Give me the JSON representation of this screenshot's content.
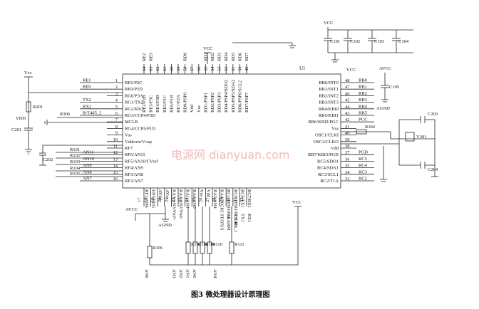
{
  "caption": "图3 微处理器设计原理图",
  "watermark": "电源网 dianyuan.com",
  "chip": {
    "ref": "U1"
  },
  "left_pins": [
    {
      "name": "RE1/P2C",
      "num": "1"
    },
    {
      "name": "RE0/P2D",
      "num": "2"
    },
    {
      "name": "RG0/P3A",
      "num": "3"
    },
    {
      "name": "RG1/TX2",
      "num": "4"
    },
    {
      "name": "RG2/RX2",
      "num": "5"
    },
    {
      "name": "RG3/CCP4/P3D",
      "num": "6"
    },
    {
      "name": "MCLR",
      "num": "7"
    },
    {
      "name": "RG4/CCP5/P1D",
      "num": "8"
    },
    {
      "name": "Vss",
      "num": "9"
    },
    {
      "name": "Vddcore/Vcap",
      "num": "10"
    },
    {
      "name": "RF7",
      "num": "11"
    },
    {
      "name": "RF6/AN11",
      "num": "12"
    },
    {
      "name": "RF5/AN10/CVref",
      "num": "13"
    },
    {
      "name": "RF4/AN9",
      "num": "14"
    },
    {
      "name": "RF3/AN8",
      "num": "15"
    },
    {
      "name": "RF2/AN7",
      "num": "16"
    }
  ],
  "left_nets": [
    "RE1",
    "RE0",
    "",
    "TX2",
    "RX2",
    "R/T485_2",
    "",
    "",
    "",
    "",
    "",
    "AN11",
    "AN10",
    "AN9",
    "AN8",
    "AN7"
  ],
  "right_pins": [
    {
      "name": "RB0/INT0",
      "num": "48",
      "net": "RB0"
    },
    {
      "name": "RB1/INT1",
      "num": "47",
      "net": "RB1"
    },
    {
      "name": "RB2/INT2",
      "num": "46",
      "net": "RB2"
    },
    {
      "name": "RB3/INT3",
      "num": "45",
      "net": "RB3"
    },
    {
      "name": "RB4/KBI0",
      "num": "44",
      "net": "RB4"
    },
    {
      "name": "RB5/KBI1",
      "num": "43",
      "net": "RB5"
    },
    {
      "name": "RB6/KBI2/PGC",
      "num": "42",
      "net": "PGC"
    },
    {
      "name": "Vss",
      "num": "41",
      "net": ""
    },
    {
      "name": "OSC1/CLKI",
      "num": "40",
      "net": ""
    },
    {
      "name": "OSC2/CLKO",
      "num": "39",
      "net": ""
    },
    {
      "name": "Vdd",
      "num": "38",
      "net": ""
    },
    {
      "name": "RB7/KBI3/PGD",
      "num": "37",
      "net": "PGD"
    },
    {
      "name": "RC5/SDO1",
      "num": "36",
      "net": "RC5"
    },
    {
      "name": "RC4/SDA1",
      "num": "35",
      "net": "RC4"
    },
    {
      "name": "RC3/SCL1",
      "num": "34",
      "net": "RC3"
    },
    {
      "name": "RC2/T1A",
      "num": "33",
      "net": "RC2"
    }
  ],
  "top_pins": [
    {
      "name": "RE2/P2B",
      "num": "64"
    },
    {
      "name": "RE3/P3C",
      "num": "63"
    },
    {
      "name": "RE4/P3B",
      "num": "62"
    },
    {
      "name": "RE5/P1C",
      "num": "61"
    },
    {
      "name": "RE6/P1B",
      "num": "60"
    },
    {
      "name": "RE7/P2A",
      "num": "59"
    },
    {
      "name": "RD0/PSP0",
      "num": "58"
    },
    {
      "name": "Vdd",
      "num": "57"
    },
    {
      "name": "Vss",
      "num": "56"
    },
    {
      "name": "RD1/PSP1",
      "num": "55"
    },
    {
      "name": "RD2/PSP2",
      "num": "54"
    },
    {
      "name": "RD3/PSP3",
      "num": "53"
    },
    {
      "name": "RD4/PSP4/SDO2",
      "num": "52"
    },
    {
      "name": "RD5/PSP5/SDA2",
      "num": "51"
    },
    {
      "name": "RD6/PSP6/SCL2",
      "num": "50"
    },
    {
      "name": "RD7/PSP7",
      "num": "49"
    }
  ],
  "top_nets": [
    "RE2",
    "RE3",
    "",
    "",
    "",
    "",
    "RD0",
    "",
    "",
    "RD1",
    "RD2",
    "RD3",
    "RD4",
    "RD5",
    "RD6",
    "RD7"
  ],
  "bottom_pins": [
    {
      "name": "RF1/AN6",
      "num": "17"
    },
    {
      "name": "ENVREG",
      "num": "18"
    },
    {
      "name": "AVdd",
      "num": "19"
    },
    {
      "name": "AVss",
      "num": "20"
    },
    {
      "name": "RA3/AN3/Vref+",
      "num": "21"
    },
    {
      "name": "RA2/AN2/Vref-",
      "num": "22"
    },
    {
      "name": "RA1/AN1",
      "num": "23"
    },
    {
      "name": "RA0/AN0",
      "num": "24"
    },
    {
      "name": "Vss",
      "num": "25"
    },
    {
      "name": "Vdd",
      "num": "26"
    },
    {
      "name": "RA5/AN4",
      "num": "27"
    },
    {
      "name": "RA4/T0CKI",
      "num": "28"
    },
    {
      "name": "RC1/T0SO/P2A",
      "num": "29"
    },
    {
      "name": "RC0/T0SO/T13CKI",
      "num": "30"
    },
    {
      "name": "RC6/TX1",
      "num": "31"
    },
    {
      "name": "RC7/RX1",
      "num": "32"
    }
  ],
  "bottom_nets": [
    "AN6",
    "",
    "",
    "",
    "AN3",
    "AN2",
    "AN1",
    "AN0",
    "",
    "",
    "AN4",
    "STATUS",
    "ALARM",
    "R/T485_1",
    "TX1",
    "RX1"
  ],
  "components": [
    {
      "label": "Vcc",
      "id": "vcc-left"
    },
    {
      "label": "R201",
      "id": "r201"
    },
    {
      "label": "VDD",
      "id": "vdd-left"
    },
    {
      "label": "R306",
      "id": "r306"
    },
    {
      "label": "C201",
      "id": "c201"
    },
    {
      "label": "C202",
      "id": "c202"
    },
    {
      "label": "R101",
      "id": "r101"
    },
    {
      "label": "R102",
      "id": "r102"
    },
    {
      "label": "R103",
      "id": "r103"
    },
    {
      "label": "R104",
      "id": "r104"
    },
    {
      "label": "R105",
      "id": "r105"
    },
    {
      "label": "VCC",
      "id": "vcc-top"
    },
    {
      "label": "VCC",
      "id": "vcc-caps"
    },
    {
      "label": "C101",
      "id": "c101"
    },
    {
      "label": "C102",
      "id": "c102"
    },
    {
      "label": "C103",
      "id": "c103"
    },
    {
      "label": "C104",
      "id": "c104"
    },
    {
      "label": "VCC",
      "id": "vcc-right"
    },
    {
      "label": "AVCC",
      "id": "avcc-right"
    },
    {
      "label": "C105",
      "id": "c105"
    },
    {
      "label": "AGND",
      "id": "agnd-right"
    },
    {
      "label": "R302",
      "id": "r302"
    },
    {
      "label": "C203",
      "id": "c203"
    },
    {
      "label": "Y301",
      "id": "y301"
    },
    {
      "label": "C204",
      "id": "c204"
    },
    {
      "label": "AVCC",
      "id": "avcc-bottom"
    },
    {
      "label": "AGND",
      "id": "agnd-bottom"
    },
    {
      "label": "VCC",
      "id": "vcc-bottom"
    },
    {
      "label": "R106",
      "id": "r106"
    },
    {
      "label": "R107",
      "id": "r107"
    },
    {
      "label": "R108",
      "id": "r108"
    },
    {
      "label": "R109",
      "id": "r109"
    },
    {
      "label": "R110",
      "id": "r110"
    },
    {
      "label": "R111",
      "id": "r111"
    }
  ]
}
